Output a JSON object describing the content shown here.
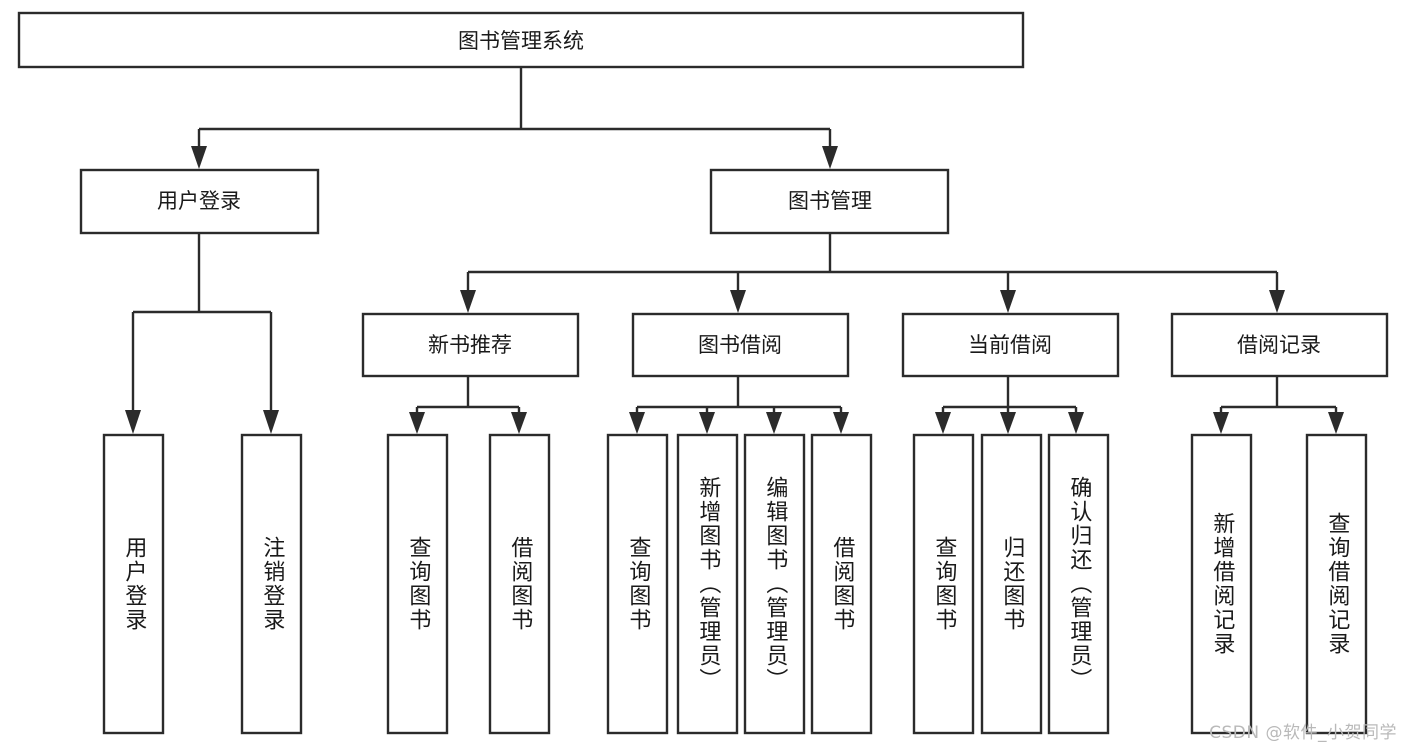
{
  "diagram": {
    "title": "图书管理系统",
    "type": "tree-hierarchy",
    "root": {
      "id": "root",
      "label": "图书管理系统"
    },
    "level2": [
      {
        "id": "user-login",
        "label": "用户登录"
      },
      {
        "id": "book-management",
        "label": "图书管理"
      }
    ],
    "level3": [
      {
        "id": "new-book-recommend",
        "label": "新书推荐",
        "parent": "book-management"
      },
      {
        "id": "book-borrow",
        "label": "图书借阅",
        "parent": "book-management"
      },
      {
        "id": "current-borrow",
        "label": "当前借阅",
        "parent": "book-management"
      },
      {
        "id": "borrow-record",
        "label": "借阅记录",
        "parent": "book-management"
      }
    ],
    "leaves": [
      {
        "id": "leaf-user-login",
        "label": "用户登录",
        "parent": "user-login"
      },
      {
        "id": "leaf-logout",
        "label": "注销登录",
        "parent": "user-login"
      },
      {
        "id": "leaf-query-book-1",
        "label": "查询图书",
        "parent": "new-book-recommend"
      },
      {
        "id": "leaf-borrow-book-1",
        "label": "借阅图书",
        "parent": "new-book-recommend"
      },
      {
        "id": "leaf-query-book-2",
        "label": "查询图书",
        "parent": "book-borrow"
      },
      {
        "id": "leaf-add-book",
        "label": "新增图书（管理员）",
        "parent": "book-borrow"
      },
      {
        "id": "leaf-edit-book",
        "label": "编辑图书（管理员）",
        "parent": "book-borrow"
      },
      {
        "id": "leaf-borrow-book-2",
        "label": "借阅图书",
        "parent": "book-borrow"
      },
      {
        "id": "leaf-query-book-3",
        "label": "查询图书",
        "parent": "current-borrow"
      },
      {
        "id": "leaf-return-book",
        "label": "归还图书",
        "parent": "current-borrow"
      },
      {
        "id": "leaf-confirm-return",
        "label": "确认归还（管理员）",
        "parent": "current-borrow"
      },
      {
        "id": "leaf-add-record",
        "label": "新增借阅记录",
        "parent": "borrow-record"
      },
      {
        "id": "leaf-query-record",
        "label": "查询借阅记录",
        "parent": "borrow-record"
      }
    ],
    "watermark": "CSDN @软件_小贺同学",
    "colors": {
      "stroke": "#2b2b2b",
      "fill": "#ffffff",
      "text": "#1a1a1a",
      "watermark": "#b9b9b9",
      "background": "#ffffff"
    }
  }
}
